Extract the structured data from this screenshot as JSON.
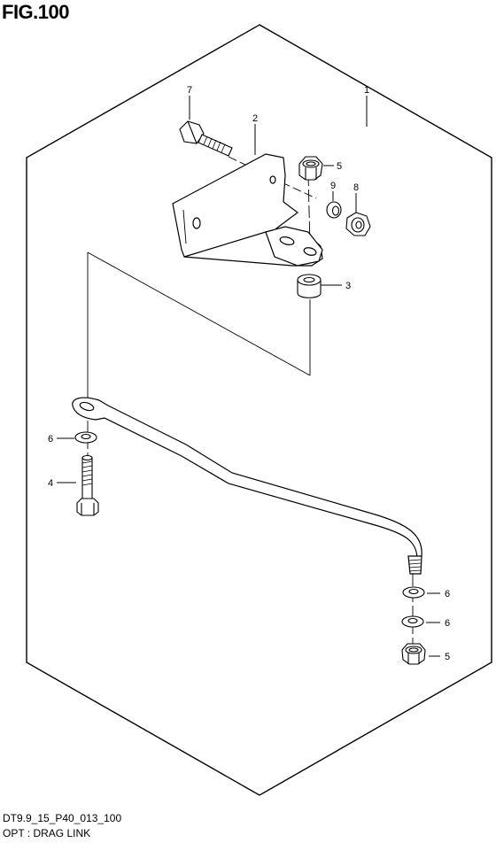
{
  "header": {
    "figure_label": "FIG.100"
  },
  "footer": {
    "diagram_code": "DT9.9_15_P40_013_100",
    "diagram_name": "OPT : DRAG LINK"
  },
  "callouts": [
    {
      "id": "c1",
      "label": "1"
    },
    {
      "id": "c2",
      "label": "2"
    },
    {
      "id": "c3",
      "label": "3"
    },
    {
      "id": "c4",
      "label": "4"
    },
    {
      "id": "c5a",
      "label": "5"
    },
    {
      "id": "c5b",
      "label": "5"
    },
    {
      "id": "c6a",
      "label": "6"
    },
    {
      "id": "c6b",
      "label": "6"
    },
    {
      "id": "c6c",
      "label": "6"
    },
    {
      "id": "c7",
      "label": "7"
    },
    {
      "id": "c8",
      "label": "8"
    },
    {
      "id": "c9",
      "label": "9"
    }
  ]
}
